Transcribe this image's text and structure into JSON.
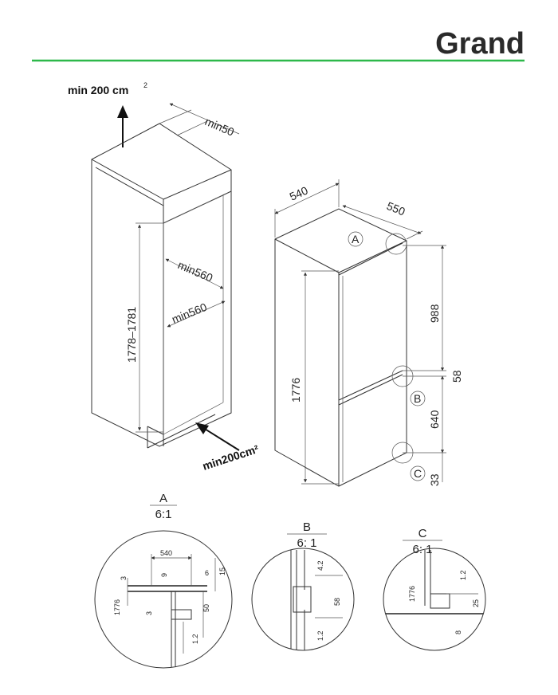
{
  "brand": {
    "logo_text": "Grand",
    "accent_color": "#2db84a",
    "rule_color": "#2db84a"
  },
  "niche": {
    "top_vent_label": "min 200 cm",
    "top_vent_sup": "2",
    "clearance_label": "min50",
    "height_label": "1778–1781",
    "width_label": "min560",
    "depth_label": "min560",
    "bottom_vent_label": "min200cm²"
  },
  "appliance": {
    "width_label": "540",
    "depth_label": "550",
    "height_label": "1776",
    "upper_label": "988",
    "gap_label": "58",
    "lower_label": "640",
    "bottom_label": "33",
    "callout_a": "A",
    "callout_b": "B",
    "callout_c": "C"
  },
  "details": {
    "a": {
      "letter": "A",
      "scale": "6:1",
      "dims": [
        "540",
        "3",
        "9",
        "6",
        "15",
        "1776",
        "3",
        "50",
        "1.2"
      ]
    },
    "b": {
      "letter": "B",
      "scale": "6: 1",
      "dims": [
        "4.2",
        "58",
        "1.2"
      ]
    },
    "c": {
      "letter": "C",
      "scale": "6: 1",
      "dims": [
        "1.2",
        "1776",
        "25",
        "8"
      ]
    }
  }
}
